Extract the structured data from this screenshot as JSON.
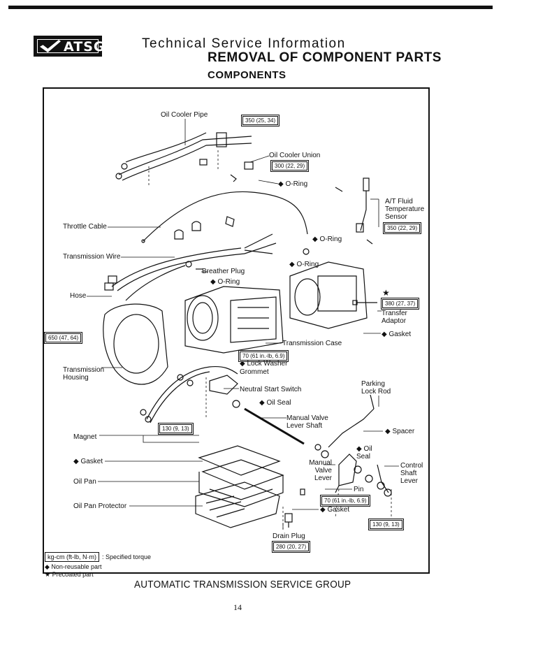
{
  "header": {
    "logo_text": "ATSG",
    "line1": "Technical Service Information",
    "line2": "REMOVAL OF COMPONENT PARTS",
    "line3": "COMPONENTS"
  },
  "diagram": {
    "labels": {
      "oil_cooler_pipe": "Oil Cooler Pipe",
      "oil_cooler_union": "Oil Cooler Union",
      "o_ring_1": "◆ O-Ring",
      "af_fluid_sensor": "A/T Fluid Temperature Sensor",
      "throttle_cable": "Throttle Cable",
      "o_ring_2": "◆ O-Ring",
      "transmission_wire": "Transmission Wire",
      "o_ring_3": "◆ O-Ring",
      "breather_plug": "Breather Plug",
      "o_ring_4": "◆ O-Ring",
      "hose": "Hose",
      "precoat_star": "★",
      "transfer_adaptor": "Transfer Adaptor",
      "gasket_1": "◆ Gasket",
      "transmission_case": "Transmission Case",
      "lock_washer": "◆ Lock Washer",
      "grommet": "Grommet",
      "transmission_housing": "Transmission Housing",
      "neutral_start_switch": "Neutral Start Switch",
      "parking_lock_rod": "Parking Lock Rod",
      "oil_seal_1": "◆ Oil Seal",
      "manual_valve_lever_shaft": "Manual Valve Lever Shaft",
      "spacer": "◆ Spacer",
      "magnet": "Magnet",
      "oil_seal_2": "◆ Oil Seal",
      "gasket_2": "◆ Gasket",
      "manual_valve_lever": "Manual Valve Lever",
      "control_shaft_lever": "Control Shaft Lever",
      "oil_pan": "Oil Pan",
      "pin": "Pin",
      "oil_pan_protector": "Oil Pan Protector",
      "gasket_3": "◆ Gasket",
      "drain_plug": "Drain Plug"
    },
    "torques": {
      "t1": "350 (25, 34)",
      "t2": "300 (22, 29)",
      "t3": "350 (22, 29)",
      "t4": "380 (27, 37)",
      "t5": "650 (47, 64)",
      "t6": "70 (61 in.-lb, 6.9)",
      "t7": "130 (9, 13)",
      "t8": "70 (61 in.-lb, 6.9)",
      "t9": "130 (9, 13)",
      "t10": "280 (20, 27)"
    }
  },
  "legend": {
    "unit_box": "kg-cm (ft-lb, N·m)",
    "unit_desc": ": Specified torque",
    "non_reusable": "◆ Non-reusable part",
    "precoated": "★ Precoated part"
  },
  "footer": {
    "org": "AUTOMATIC TRANSMISSION SERVICE GROUP",
    "page_number": "14"
  }
}
